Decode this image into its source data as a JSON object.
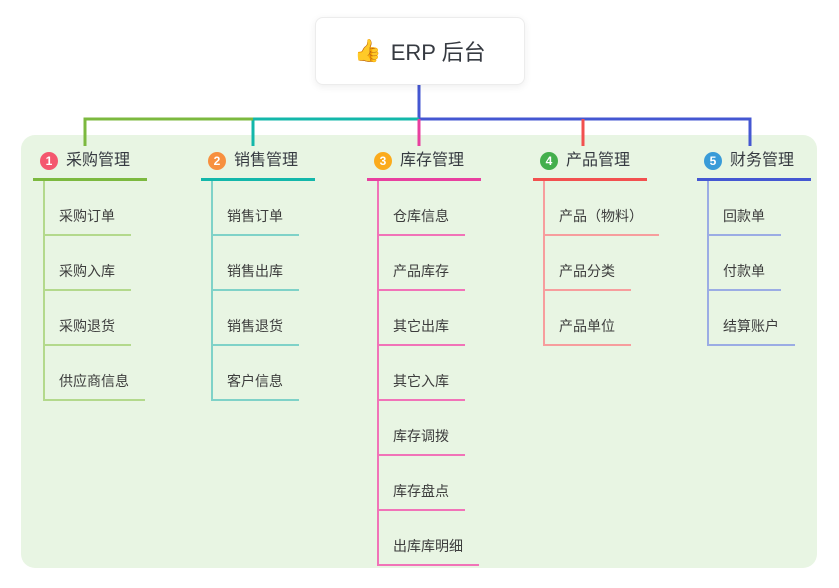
{
  "root": {
    "label": "ERP 后台",
    "emoji": "👍",
    "icon": "thumbs-up-icon"
  },
  "branches": [
    {
      "num": "1",
      "title": "采购管理",
      "accent": "#7cb93f",
      "badge_color": "#f4576e",
      "children": [
        "采购订单",
        "采购入库",
        "采购退货",
        "供应商信息"
      ]
    },
    {
      "num": "2",
      "title": "销售管理",
      "accent": "#13b7aa",
      "badge_color": "#f7903f",
      "children": [
        "销售订单",
        "销售出库",
        "销售退货",
        "客户信息"
      ]
    },
    {
      "num": "3",
      "title": "库存管理",
      "accent": "#e8409f",
      "badge_color": "#fbab1c",
      "children": [
        "仓库信息",
        "产品库存",
        "其它出库",
        "其它入库",
        "库存调拨",
        "库存盘点",
        "出库库明细"
      ]
    },
    {
      "num": "4",
      "title": "产品管理",
      "accent": "#f2504f",
      "badge_color": "#43af4c",
      "children": [
        "产品（物料）",
        "产品分类",
        "产品单位"
      ]
    },
    {
      "num": "5",
      "title": "财务管理",
      "accent": "#4457d2",
      "badge_color": "#399bd8",
      "children": [
        "回款单",
        "付款单",
        "结算账户"
      ]
    }
  ],
  "colors": {
    "green": "#7cb93f",
    "teal": "#13b7aa",
    "magenta": "#e8409f",
    "red": "#f2504f",
    "blue": "#4457d2",
    "green-light": "#b3d98c",
    "teal-light": "#7fd2c8",
    "magenta-light": "#f173b8",
    "red-light": "#f79d9d",
    "blue-light": "#9bace4",
    "badge-1": "#f4576e",
    "badge-2": "#f7903f",
    "badge-3": "#fbab1c",
    "badge-4": "#43af4c",
    "badge-5": "#399bd8",
    "container-bg": "#e8f5e3",
    "text": "#3d3d3d",
    "text-strong": "#363a41"
  }
}
